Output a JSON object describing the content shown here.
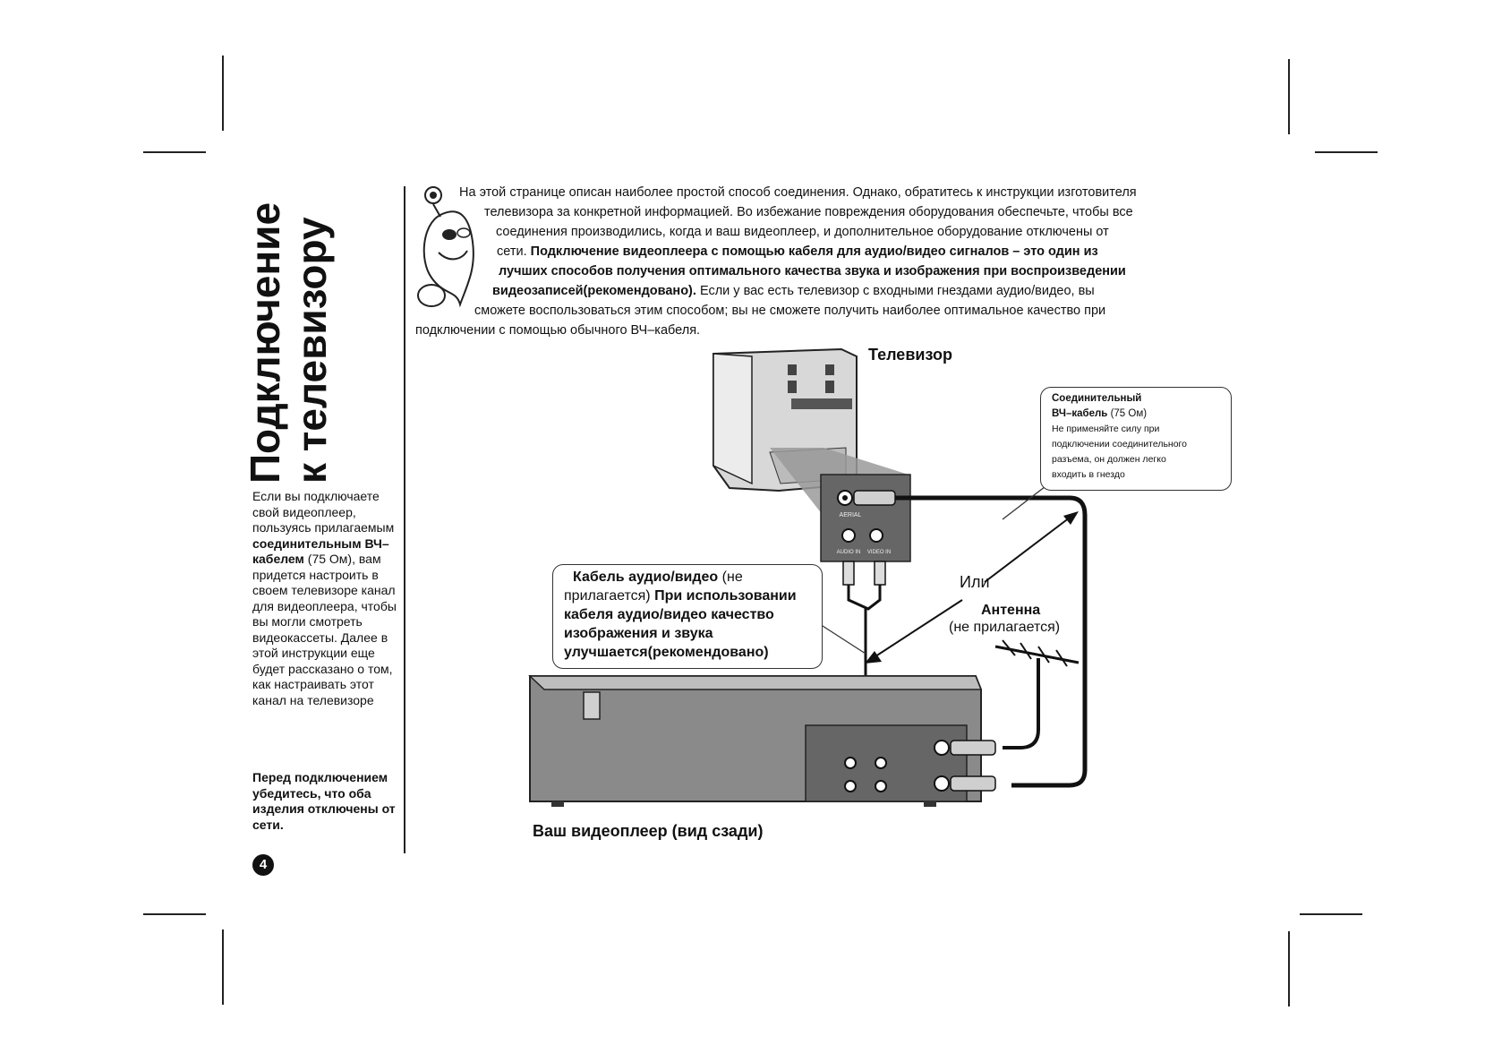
{
  "page": {
    "title": "Подключение к телевизору",
    "page_number": "4"
  },
  "sidebar": {
    "p1_a": "Если вы подключаете свой видеоплеер, пользуясь прилагаемым",
    "p1_b": "соединительным ВЧ– кабелем",
    "p1_c": "(75 Ом), вам придется настроить в своем телевизоре канал для видеоплеера, чтобы вы могли смотреть видеокассеты. Далее в этой инструкции еще будет рассказано о том, как настраивать этот канал на телевизоре",
    "p2": "Перед подключением убедитесь, что оба изделия отключены от сети."
  },
  "intro": {
    "l1": "На этой странице описан наиболее простой способ соединения. Однако, обратитесь к инструкции изготовителя",
    "l2": "телевизора за конкретной информацией. Во избежание повреждения оборудования обеспечьте, чтобы все",
    "l3": "соединения производились, когда и ваш видеоплеер, и дополнительное оборудование отключены от",
    "l4a": "сети.",
    "l4b": "Подключение видеоплеера с помощью кабеля для аудио/видео сигналов – это один из",
    "l5": "лучших способов получения оптимального качества звука и изображения при воспроизведении",
    "l6a": "видеозаписей(рекомендовано).",
    "l6b": "Если у вас есть телевизор с входными гнездами аудио/видео, вы",
    "l7": "сможете воспользоваться этим способом; вы не сможете получить наиболее оптимальное качество при",
    "l8": "подключении с помощью обычного ВЧ–кабеля."
  },
  "diagram": {
    "tv_label": "Телевизор",
    "rf_box": {
      "title": "Соединительный",
      "subtitle_bold": "ВЧ–кабель",
      "subtitle_rest": "(75 Ом)",
      "l1": "Не применяйте силу при",
      "l2": "подключении соединительного",
      "l3": "разъема, он должен легко",
      "l4": "входить в гнездо"
    },
    "aerial_jack": "AERIAL",
    "audio_in_jack": "AUDIO IN",
    "video_in_jack": "VIDEO IN",
    "av_box": {
      "l1a": "Кабель аудио/видео",
      "l1b": "(не",
      "l2a": "прилагается)",
      "l2b": "При использовании",
      "l3": "кабеля аудио/видео качество",
      "l4": "изображения и звука",
      "l5": "улучшается(рекомендовано)"
    },
    "or_label": "Или",
    "antenna_label": "Антенна",
    "antenna_note": "(не прилагается)",
    "vcr_label": "Ваш видеоплеер (вид сзади)"
  }
}
